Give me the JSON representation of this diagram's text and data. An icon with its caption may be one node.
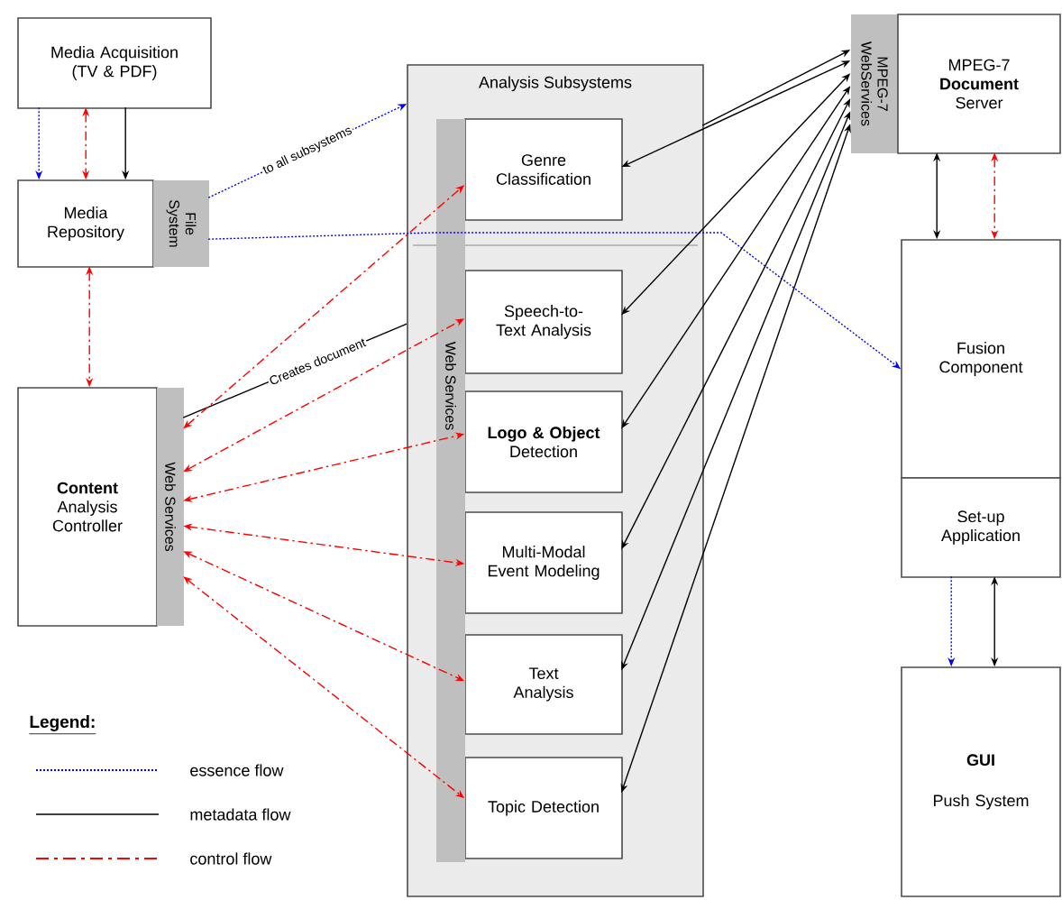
{
  "diagram": {
    "nodes": [
      {
        "text": [
          "Media Acquisition (TV & PDF)"
        ]
      },
      {
        "text": [
          "Media Repository"
        ]
      },
      {
        "text": [
          "File System"
        ]
      },
      {
        "text": [
          "**Content** Analysis Controller"
        ]
      },
      {
        "text": [
          "Web Services"
        ]
      },
      {
        "text": [
          "Analysis Subsystems"
        ]
      },
      {
        "text": [
          "Genre Classification"
        ],
        "in": 5
      },
      {
        "text": [
          "Speech-to-Text Analysis"
        ],
        "in": 5
      },
      {
        "text": [
          "**Logo & Object** Detection"
        ],
        "in": 5
      },
      {
        "text": [
          "Multi-Modal Event Modeling"
        ],
        "in": 5
      },
      {
        "text": [
          "Text Analysis"
        ],
        "in": 5
      },
      {
        "text": [
          "Topic Detection"
        ],
        "in": 5
      },
      {
        "text": [
          "MPEG-7 WebServices"
        ]
      },
      {
        "text": [
          "MPEG-7 **Document** Server"
        ]
      },
      {
        "text": [
          "Fusion Component"
        ]
      },
      {
        "text": [
          "Set-up Application"
        ]
      },
      {
        "text": [
          "GUI",
          "Push System"
        ]
      }
    ],
    "edges": [
      {
        "from": 0,
        "to": 1,
        "arrow": "to",
        "style": "dashed",
        "color": "#0000ff"
      },
      {
        "from": 0,
        "to": 1,
        "arrow": "both",
        "style": "dashed",
        "color": "#ff0000"
      },
      {
        "from": 0,
        "to": 1,
        "arrow": "to"
      },
      {
        "from": 1,
        "to": 3,
        "arrow": "both",
        "style": "dashed",
        "color": "#ff0000"
      },
      {
        "from": 2,
        "to": 5,
        "arrow": "to",
        "label": "to all subsystems",
        "style": "dashed",
        "color": "#0000ff"
      },
      {
        "from": 2,
        "to": 14,
        "arrow": "to",
        "style": "dashed",
        "color": "#0000ff"
      },
      {
        "from": 4,
        "to": 5,
        "arrow": "none",
        "label": "Creates document"
      },
      {
        "from": 4,
        "to": 6,
        "arrow": "both",
        "style": "dashed",
        "color": "#ff0000"
      },
      {
        "from": 4,
        "to": 7,
        "arrow": "both",
        "style": "dashed",
        "color": "#ff0000"
      },
      {
        "from": 4,
        "to": 8,
        "arrow": "both",
        "style": "dashed",
        "color": "#ff0000"
      },
      {
        "from": 4,
        "to": 9,
        "arrow": "both",
        "style": "dashed",
        "color": "#ff0000"
      },
      {
        "from": 4,
        "to": 10,
        "arrow": "both",
        "style": "dashed",
        "color": "#ff0000"
      },
      {
        "from": 4,
        "to": 11,
        "arrow": "both",
        "style": "dashed",
        "color": "#ff0000"
      },
      {
        "from": 5,
        "to": 12,
        "arrow": "to"
      },
      {
        "from": 12,
        "to": 6,
        "arrow": "both"
      },
      {
        "from": 12,
        "to": 7,
        "arrow": "both"
      },
      {
        "from": 12,
        "to": 8,
        "arrow": "both"
      },
      {
        "from": 12,
        "to": 9,
        "arrow": "both"
      },
      {
        "from": 12,
        "to": 10,
        "arrow": "both"
      },
      {
        "from": 12,
        "to": 11,
        "arrow": "both"
      },
      {
        "from": 13,
        "to": 14,
        "arrow": "both"
      },
      {
        "from": 13,
        "to": 14,
        "arrow": "both",
        "style": "dashed",
        "color": "#ff0000"
      },
      {
        "from": 15,
        "to": 16,
        "arrow": "to",
        "style": "dashed",
        "color": "#0000ff"
      },
      {
        "from": 15,
        "to": 16,
        "arrow": "both"
      }
    ],
    "labels": [
      "Web Services",
      "Legend:"
    ],
    "legend": [
      {
        "text": "essence flow"
      },
      {
        "text": "metadata flow"
      },
      {
        "text": "control flow"
      }
    ]
  }
}
